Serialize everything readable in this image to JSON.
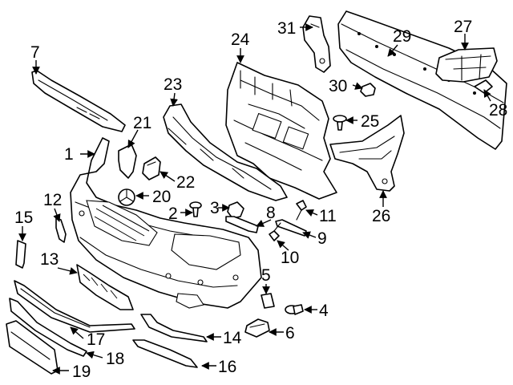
{
  "callouts": [
    {
      "id": 1,
      "label": "1"
    },
    {
      "id": 2,
      "label": "2"
    },
    {
      "id": 3,
      "label": "3"
    },
    {
      "id": 4,
      "label": "4"
    },
    {
      "id": 5,
      "label": "5"
    },
    {
      "id": 6,
      "label": "6"
    },
    {
      "id": 7,
      "label": "7"
    },
    {
      "id": 8,
      "label": "8"
    },
    {
      "id": 9,
      "label": "9"
    },
    {
      "id": 10,
      "label": "10"
    },
    {
      "id": 11,
      "label": "11"
    },
    {
      "id": 12,
      "label": "12"
    },
    {
      "id": 13,
      "label": "13"
    },
    {
      "id": 14,
      "label": "14"
    },
    {
      "id": 15,
      "label": "15"
    },
    {
      "id": 16,
      "label": "16"
    },
    {
      "id": 17,
      "label": "17"
    },
    {
      "id": 18,
      "label": "18"
    },
    {
      "id": 19,
      "label": "19"
    },
    {
      "id": 20,
      "label": "20"
    },
    {
      "id": 21,
      "label": "21"
    },
    {
      "id": 22,
      "label": "22"
    },
    {
      "id": 23,
      "label": "23"
    },
    {
      "id": 24,
      "label": "24"
    },
    {
      "id": 25,
      "label": "25"
    },
    {
      "id": 26,
      "label": "26"
    },
    {
      "id": 27,
      "label": "27"
    },
    {
      "id": 28,
      "label": "28"
    },
    {
      "id": 29,
      "label": "29"
    },
    {
      "id": 30,
      "label": "30"
    },
    {
      "id": 31,
      "label": "31"
    }
  ]
}
